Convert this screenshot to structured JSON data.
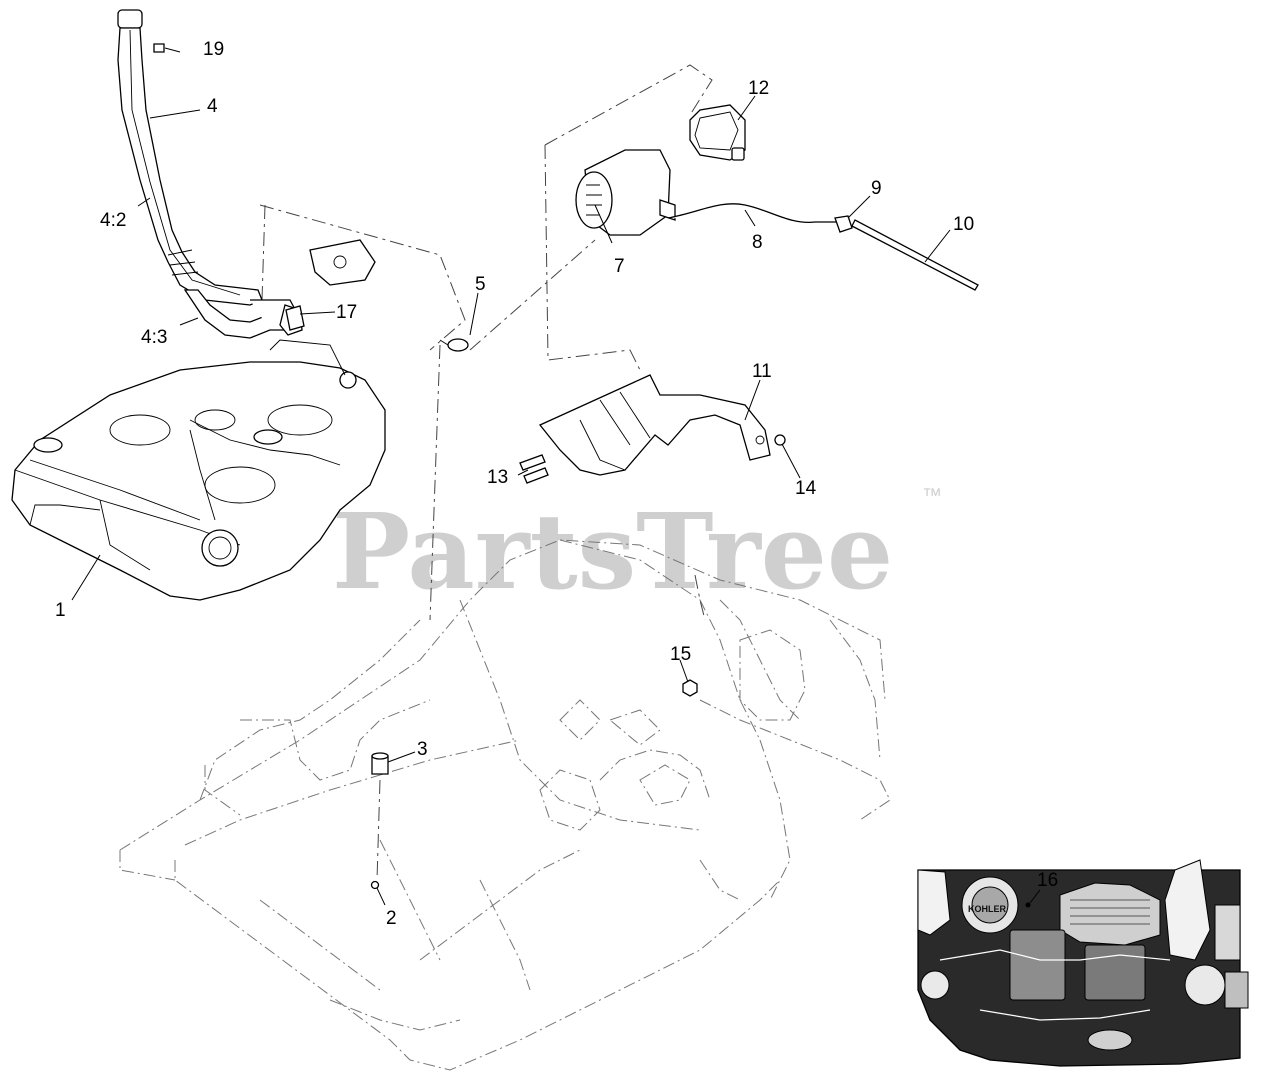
{
  "watermark": {
    "text": "PartsTree",
    "trademark": "™"
  },
  "callouts": {
    "c1": "1",
    "c2": "2",
    "c3": "3",
    "c4": "4",
    "c4_2": "4:2",
    "c4_3": "4:3",
    "c5": "5",
    "c7": "7",
    "c8": "8",
    "c9": "9",
    "c10": "10",
    "c11": "11",
    "c12": "12",
    "c13": "13",
    "c14": "14",
    "c15": "15",
    "c16": "16",
    "c17": "17",
    "c19": "19"
  },
  "inset": {
    "brand_label": "KOHLER"
  }
}
